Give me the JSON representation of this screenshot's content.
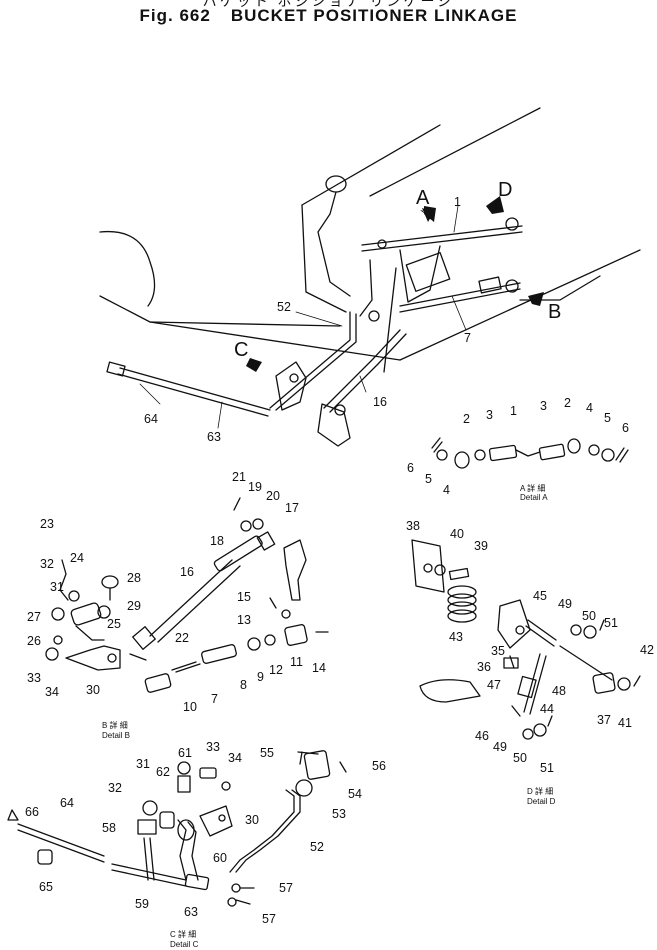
{
  "header": {
    "japanese": "バケット ポジショナ リンケージ",
    "fig_no": "Fig. 662",
    "title": "BUCKET POSITIONER LINKAGE"
  },
  "view_letters": [
    "A",
    "B",
    "C",
    "D"
  ],
  "details": {
    "a": {
      "jp": "A 詳 細",
      "en": "Detail A"
    },
    "b": {
      "jp": "B 詳 細",
      "en": "Detail B"
    },
    "c": {
      "jp": "C 詳 細",
      "en": "Detail C"
    },
    "d": {
      "jp": "D 詳 細",
      "en": "Detail D"
    }
  },
  "callouts": {
    "main": [
      "1",
      "52",
      "7",
      "16",
      "64",
      "63"
    ],
    "detail_a": [
      "6",
      "5",
      "4",
      "2",
      "3",
      "1",
      "3",
      "2",
      "4",
      "5",
      "6"
    ],
    "detail_b": [
      "21",
      "19",
      "20",
      "17",
      "18",
      "16",
      "23",
      "32",
      "24",
      "31",
      "28",
      "29",
      "27",
      "25",
      "26",
      "15",
      "13",
      "22",
      "33",
      "34",
      "30",
      "11",
      "14",
      "12",
      "9",
      "8",
      "7",
      "10"
    ],
    "detail_d": [
      "38",
      "40",
      "39",
      "45",
      "49",
      "50",
      "51",
      "42",
      "43",
      "35",
      "36",
      "47",
      "48",
      "44",
      "37",
      "41",
      "46",
      "49",
      "50",
      "51"
    ],
    "detail_c": [
      "61",
      "33",
      "34",
      "55",
      "56",
      "31",
      "62",
      "32",
      "54",
      "53",
      "58",
      "30",
      "66",
      "64",
      "60",
      "52",
      "65",
      "59",
      "63",
      "57",
      "57"
    ]
  }
}
